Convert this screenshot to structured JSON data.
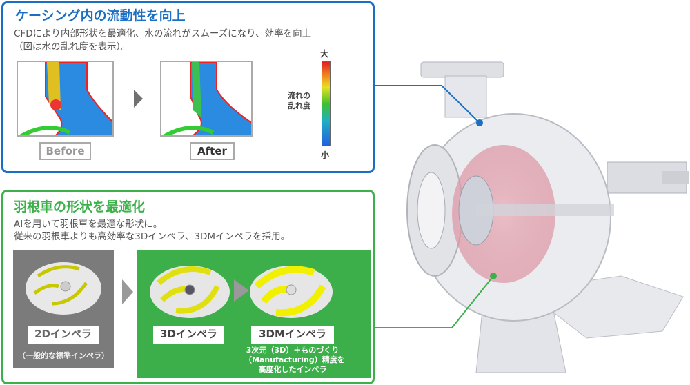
{
  "casing_section": {
    "title": "ケーシング内の流動性を向上",
    "desc_line1": "CFDにより内部形状を最適化、水の流れがスムーズになり、効率を向上",
    "desc_line2": "（図は水の乱れ度を表示）。",
    "before_label": "Before",
    "after_label": "After",
    "legend_title_line1": "流れの",
    "legend_title_line2": "乱れ度",
    "legend_max": "大",
    "legend_min": "小",
    "accent_color": "#1a6fc4"
  },
  "impeller_section": {
    "title": "羽根車の形状を最適化",
    "desc_line1": "AIを用いて羽根車を最適な形状に。",
    "desc_line2": "従来の羽根車よりも高効率な3Dインペラ、3DMインペラを採用。",
    "impeller_2d_label": "2Dインペラ",
    "impeller_2d_note": "（一般的な標準インペラ）",
    "impeller_3d_label": "3Dインペラ",
    "impeller_3dm_label": "3DMインペラ",
    "impeller_3dm_note_line1": "3次元（3D）＋ものづくり",
    "impeller_3dm_note_line2": "（Manufacturing）精度を",
    "impeller_3dm_note_line3": "高度化したインペラ",
    "accent_color": "#3cb04a"
  }
}
